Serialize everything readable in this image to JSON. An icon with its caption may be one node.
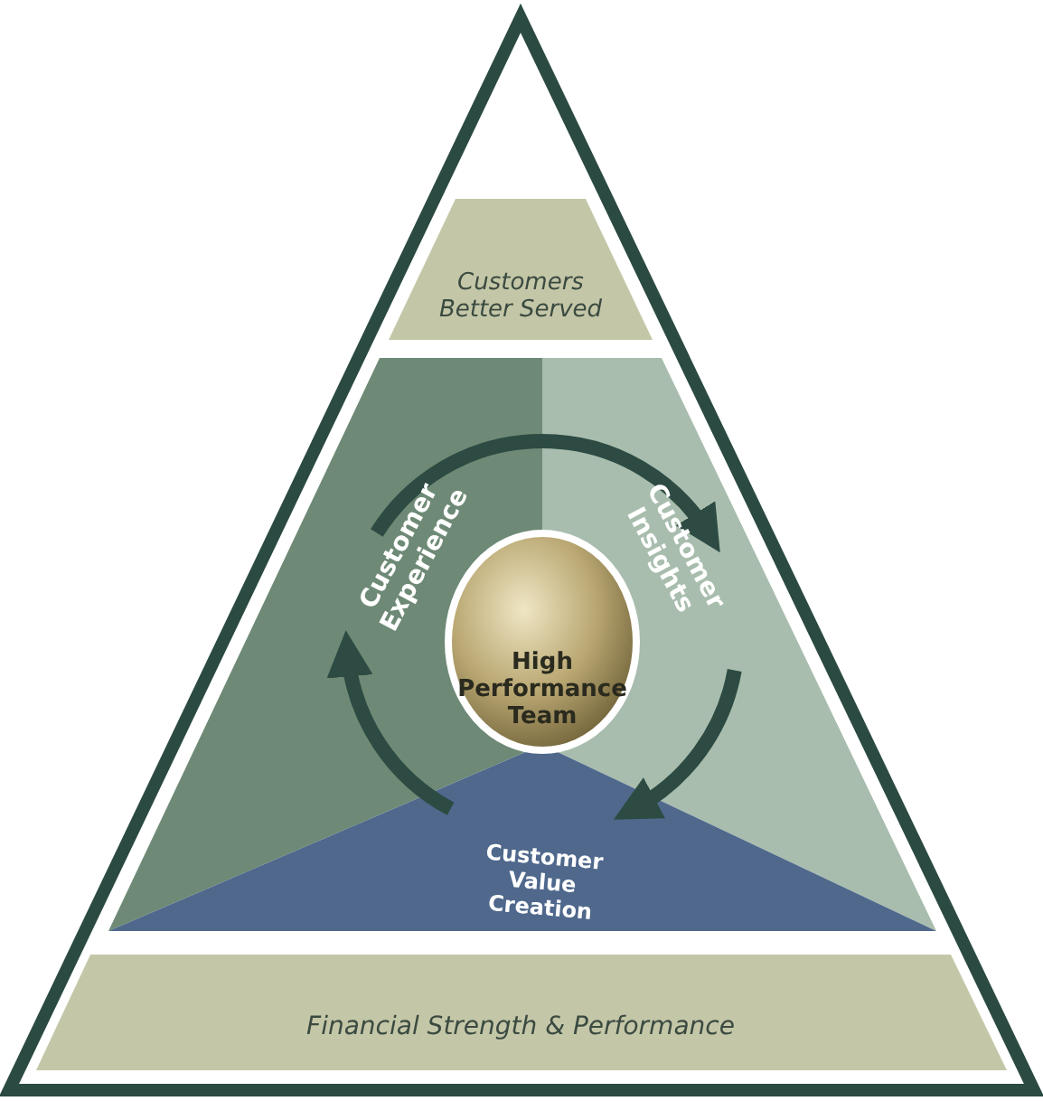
{
  "diagram": {
    "nodes": [
      {
        "text": [
          "Customers Better Served"
        ]
      },
      {
        "text": [
          "Customer Experience"
        ]
      },
      {
        "text": [
          "Customer Insights"
        ]
      },
      {
        "text": [
          "Customer Value Creation"
        ]
      },
      {
        "text": [
          "High Performance Team"
        ]
      },
      {
        "text": [
          "Financial Strength & Performance"
        ]
      }
    ],
    "edges": [
      {
        "from": 1,
        "to": 2,
        "arrow": "to"
      },
      {
        "from": 2,
        "to": 3,
        "arrow": "to"
      },
      {
        "from": 3,
        "to": 1,
        "arrow": "to"
      }
    ]
  }
}
